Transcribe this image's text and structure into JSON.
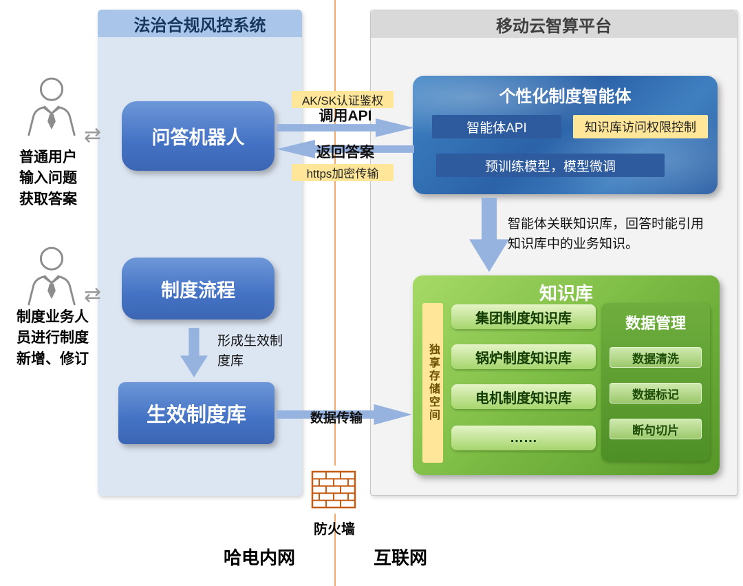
{
  "panels": {
    "left": {
      "title": "法治合规风控系统"
    },
    "right": {
      "title": "移动云智算平台"
    }
  },
  "actors": {
    "user": {
      "lines": [
        "普通用户",
        "输入问题",
        "获取答案"
      ]
    },
    "staff": {
      "lines": [
        "制度业务人",
        "员进行制度",
        "新增、修订"
      ]
    }
  },
  "nodes": {
    "qa_bot": "问答机器人",
    "process_flow": "制度流程",
    "effective_library": "生效制度库"
  },
  "flows": {
    "aksk": "AK/SK认证鉴权",
    "call_api": "调用API",
    "return_answer": "返回答案",
    "https": "https加密传输",
    "form_library": "形成生效制度库",
    "data_transfer": "数据传输",
    "agent_kb_note": [
      "智能体关联知识库，回答时能引用",
      "知识库中的业务知识。"
    ]
  },
  "agent": {
    "title": "个性化制度智能体",
    "api": "智能体API",
    "access_control": "知识库访问权限控制",
    "model": "预训练模型，模型微调"
  },
  "kb": {
    "title": "知识库",
    "storage": "独享存储空间",
    "items": [
      "集团制度知识库",
      "锅炉制度知识库",
      "电机制度知识库",
      "……"
    ],
    "dm": {
      "title": "数据管理",
      "items": [
        "数据清洗",
        "数据标记",
        "断句切片"
      ]
    }
  },
  "firewall": "防火墙",
  "zones": {
    "intranet": "哈电内网",
    "internet": "互联网"
  },
  "colors": {
    "left_panel": "#dce6f3",
    "left_header": "#a9c6ea",
    "right_panel": "#f3f3f3",
    "right_header": "#d9d9d9",
    "node_blue": "#4472c4",
    "arrow_blue": "#96b3df",
    "highlight_yellow": "#ffe699",
    "inner_dark_blue": "#2e5a9e",
    "kb_green": "#6fb13c",
    "firewall_orange": "#c55a11",
    "divider_orange": "#f2a96a"
  }
}
